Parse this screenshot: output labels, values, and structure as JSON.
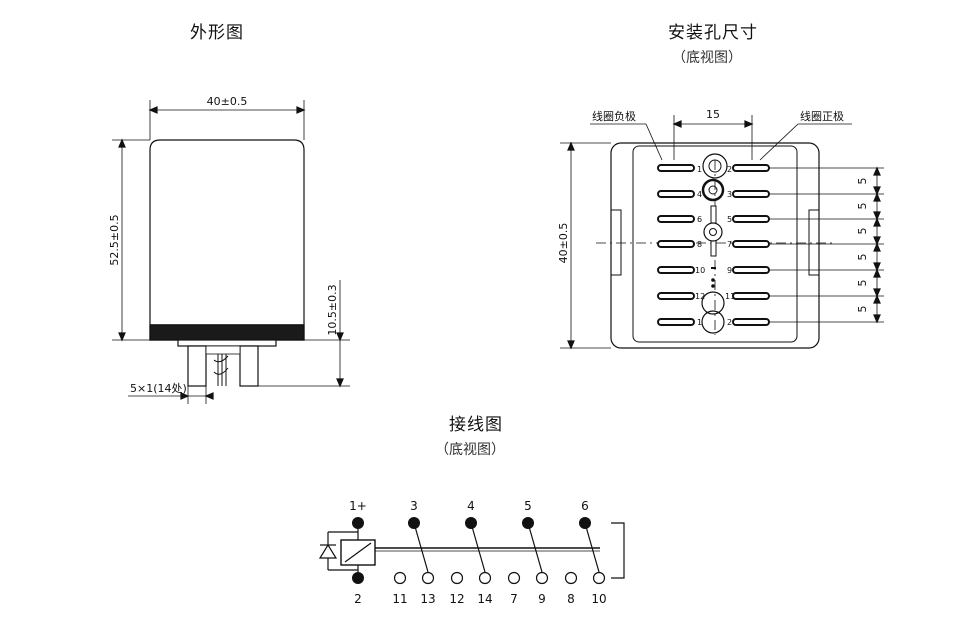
{
  "outline": {
    "title": "外形图",
    "width_dim": "40±0.5",
    "height_dim": "52.5±0.5",
    "pin_len_dim": "10.5±0.3",
    "pin_note": "5×1(14处)"
  },
  "mounting": {
    "title": "安装孔尺寸",
    "subtitle": "（底视图）",
    "neg_label": "线圈负极",
    "pos_label": "线圈正极",
    "pitch_dim": "15",
    "height_dim": "40±0.5",
    "row_dims": [
      "5",
      "5",
      "5",
      "5",
      "5",
      "5"
    ],
    "left_pins": [
      "1",
      "4",
      "6",
      "8",
      "10",
      "12",
      "1"
    ],
    "right_pins": [
      "2",
      "3",
      "5",
      "7",
      "9",
      "11",
      "2"
    ]
  },
  "wiring": {
    "title": "接线图",
    "subtitle": "（底视图）",
    "top_labels": [
      "1+",
      "3",
      "4",
      "5",
      "6"
    ],
    "bottom_labels": [
      "2",
      "11",
      "13",
      "12",
      "14",
      "7",
      "9",
      "8",
      "10"
    ]
  }
}
